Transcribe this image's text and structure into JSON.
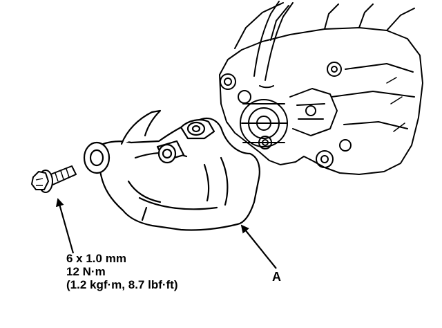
{
  "callout": {
    "letter": "A"
  },
  "bolt_spec": {
    "size": "6 x 1.0 mm",
    "torque": "12 N·m",
    "torque_alt": "(1.2 kgf·m, 8.7 lbf·ft)"
  },
  "colors": {
    "ink": "#000000",
    "paper": "#ffffff"
  }
}
